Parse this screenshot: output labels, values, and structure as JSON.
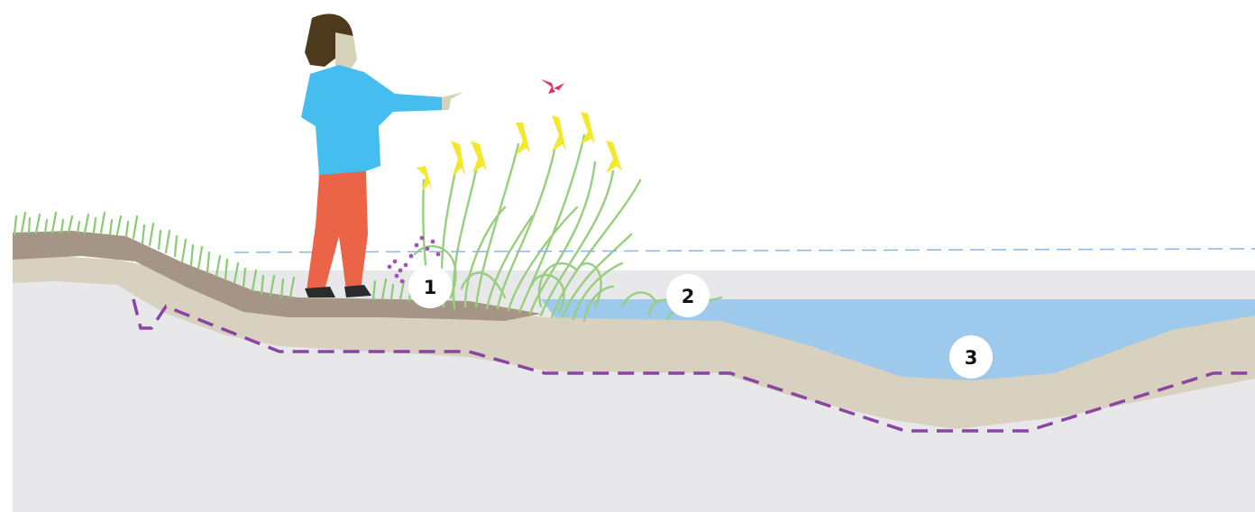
{
  "colors": {
    "background": "#ffffff",
    "subsoil": "#e8e7ea",
    "sandy_layer": "#d9d1bf",
    "topsoil": "#a59586",
    "grass": "#88cc71",
    "reeds": "#97cf7f",
    "flower": "#f3e82a",
    "water": "#9dc9ec",
    "water_level_line": "#8ab6e8",
    "liner_dashed_line": "#8a44a6",
    "marker_fill": "#ffffff",
    "person_hair": "#4d3a1c",
    "person_skin": "#d6d2b9",
    "person_shirt": "#45bdee",
    "person_pants": "#eb6448",
    "person_shoes": "#2b2b2b",
    "butterfly": "#e0336f",
    "small_flowers": "#a056b8"
  },
  "icons": [
    "person-pointing-icon",
    "butterfly-icon"
  ],
  "markers": [
    {
      "label": "1"
    },
    {
      "label": "2"
    },
    {
      "label": "3"
    }
  ]
}
